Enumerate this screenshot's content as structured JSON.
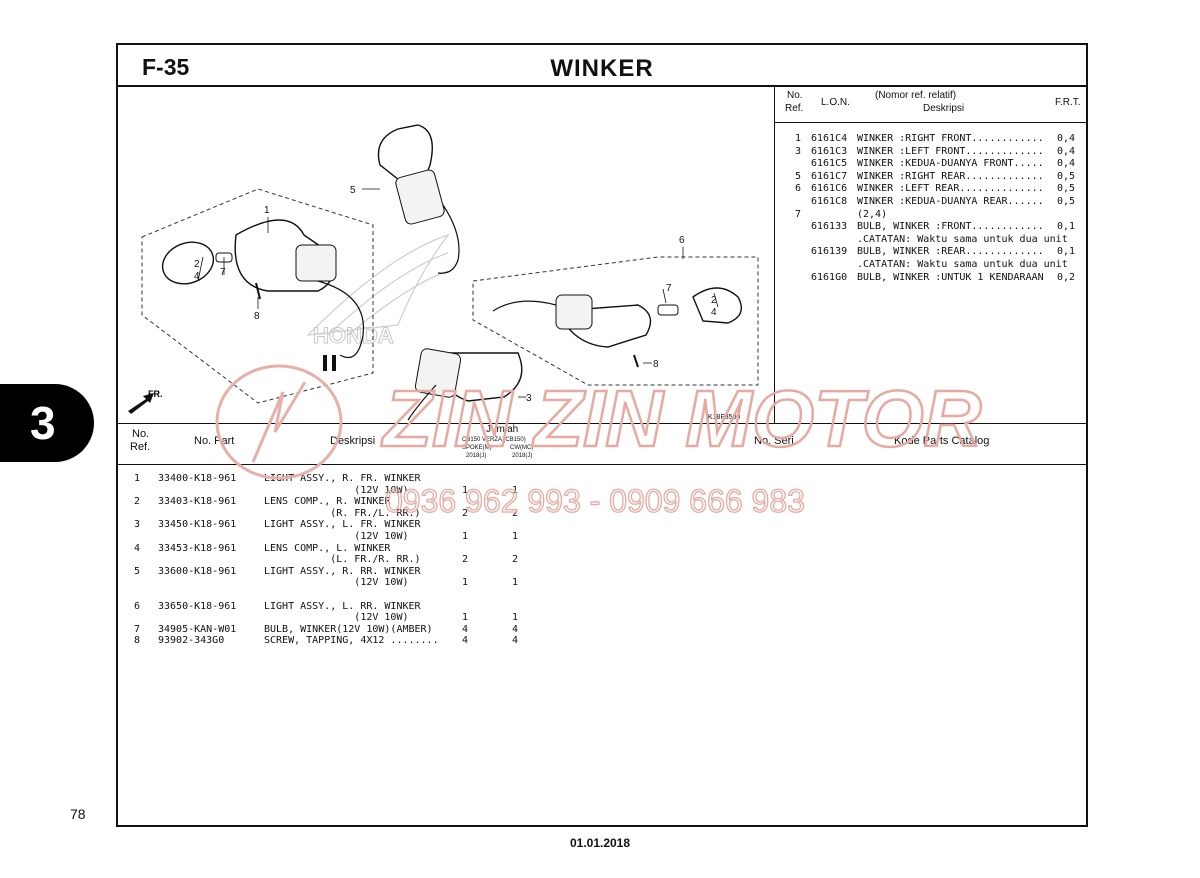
{
  "page": {
    "code": "F-35",
    "title": "WINKER",
    "side_tab": "3",
    "page_number": "78",
    "footer_date": "01.01.2018"
  },
  "diagram": {
    "fr_label": "FR.",
    "figure_code": "K18F3500",
    "callouts": [
      "1",
      "2",
      "4",
      "7",
      "8",
      "5",
      "6",
      "7",
      "2",
      "4",
      "8",
      "3"
    ],
    "brand_text": "HONDA"
  },
  "lon_header": {
    "no_ref_1": "No.",
    "no_ref_2": "Ref.",
    "lon": "L.O.N.",
    "desc_1": "(Nomor ref. relatif)",
    "desc_2": "Deskripsi",
    "frt": "F.R.T."
  },
  "lon_rows": [
    {
      "ref": "1",
      "code": "6161C4",
      "desc": "WINKER :RIGHT FRONT............",
      "frt": "0,4"
    },
    {
      "ref": "3",
      "code": "6161C3",
      "desc": "WINKER :LEFT FRONT.............",
      "frt": "0,4"
    },
    {
      "ref": "",
      "code": "6161C5",
      "desc": "WINKER :KEDUA-DUANYA FRONT.....",
      "frt": "0,4"
    },
    {
      "ref": "5",
      "code": "6161C7",
      "desc": "WINKER :RIGHT REAR.............",
      "frt": "0,5"
    },
    {
      "ref": "6",
      "code": "6161C6",
      "desc": "WINKER :LEFT REAR..............",
      "frt": "0,5"
    },
    {
      "ref": "",
      "code": "6161C8",
      "desc": "WINKER :KEDUA-DUANYA REAR......",
      "frt": "0,5"
    },
    {
      "ref": "7",
      "code": "",
      "desc": "(2,4)",
      "frt": ""
    },
    {
      "ref": "",
      "code": "616133",
      "desc": "BULB, WINKER :FRONT............",
      "frt": "0,1"
    },
    {
      "ref": "",
      "code": "",
      "desc": ".CATATAN: Waktu sama untuk dua unit",
      "frt": ""
    },
    {
      "ref": "",
      "code": "616139",
      "desc": "BULB, WINKER :REAR.............",
      "frt": "0,1"
    },
    {
      "ref": "",
      "code": "",
      "desc": ".CATATAN: Waktu sama untuk dua unit",
      "frt": ""
    },
    {
      "ref": "",
      "code": "6161G0",
      "desc": "BULB, WINKER :UNTUK 1 KENDARAAN",
      "frt": "0,2"
    }
  ],
  "table_header": {
    "no_ref_1": "No.",
    "no_ref_2": "Ref.",
    "no_part": "No. Part",
    "desc": "Deskripsi",
    "jumlah": "Jumlah",
    "model_1": "CB150 VERZA (CB150)",
    "model_1b": "SPOKE(M)",
    "model_1c": "2018(J)",
    "model_2": "CW(MC)",
    "model_2b": "2018(J)",
    "no_seri": "No. Seri",
    "kode": "Kode Parts Catalog"
  },
  "parts": [
    {
      "ref": "1",
      "part": "33400-K18-961",
      "desc": "LIGHT ASSY., R. FR. WINKER",
      "q1": "",
      "q2": ""
    },
    {
      "ref": "",
      "part": "",
      "desc": "               (12V 10W)",
      "q1": "1",
      "q2": "1"
    },
    {
      "ref": "2",
      "part": "33403-K18-961",
      "desc": "LENS COMP., R. WINKER",
      "q1": "",
      "q2": ""
    },
    {
      "ref": "",
      "part": "",
      "desc": "           (R. FR./L. RR.)",
      "q1": "2",
      "q2": "2"
    },
    {
      "ref": "3",
      "part": "33450-K18-961",
      "desc": "LIGHT ASSY., L. FR. WINKER",
      "q1": "",
      "q2": ""
    },
    {
      "ref": "",
      "part": "",
      "desc": "               (12V 10W)",
      "q1": "1",
      "q2": "1"
    },
    {
      "ref": "4",
      "part": "33453-K18-961",
      "desc": "LENS COMP., L. WINKER",
      "q1": "",
      "q2": ""
    },
    {
      "ref": "",
      "part": "",
      "desc": "           (L. FR./R. RR.)",
      "q1": "2",
      "q2": "2"
    },
    {
      "ref": "5",
      "part": "33600-K18-961",
      "desc": "LIGHT ASSY., R. RR. WINKER",
      "q1": "",
      "q2": ""
    },
    {
      "ref": "",
      "part": "",
      "desc": "               (12V 10W)",
      "q1": "1",
      "q2": "1"
    },
    {
      "ref": "",
      "part": "",
      "desc": "",
      "q1": "",
      "q2": ""
    },
    {
      "ref": "6",
      "part": "33650-K18-961",
      "desc": "LIGHT ASSY., L. RR. WINKER",
      "q1": "",
      "q2": ""
    },
    {
      "ref": "",
      "part": "",
      "desc": "               (12V 10W)",
      "q1": "1",
      "q2": "1"
    },
    {
      "ref": "7",
      "part": "34905-KAN-W01",
      "desc": "BULB, WINKER(12V 10W)(AMBER)",
      "q1": "4",
      "q2": "4"
    },
    {
      "ref": "8",
      "part": "93902-343G0",
      "desc": "SCREW, TAPPING, 4X12 ........",
      "q1": "4",
      "q2": "4"
    }
  ],
  "watermark": {
    "name": "ZIN ZIN MOTOR",
    "phone": "0936 962 993 - 0909 666 983"
  }
}
